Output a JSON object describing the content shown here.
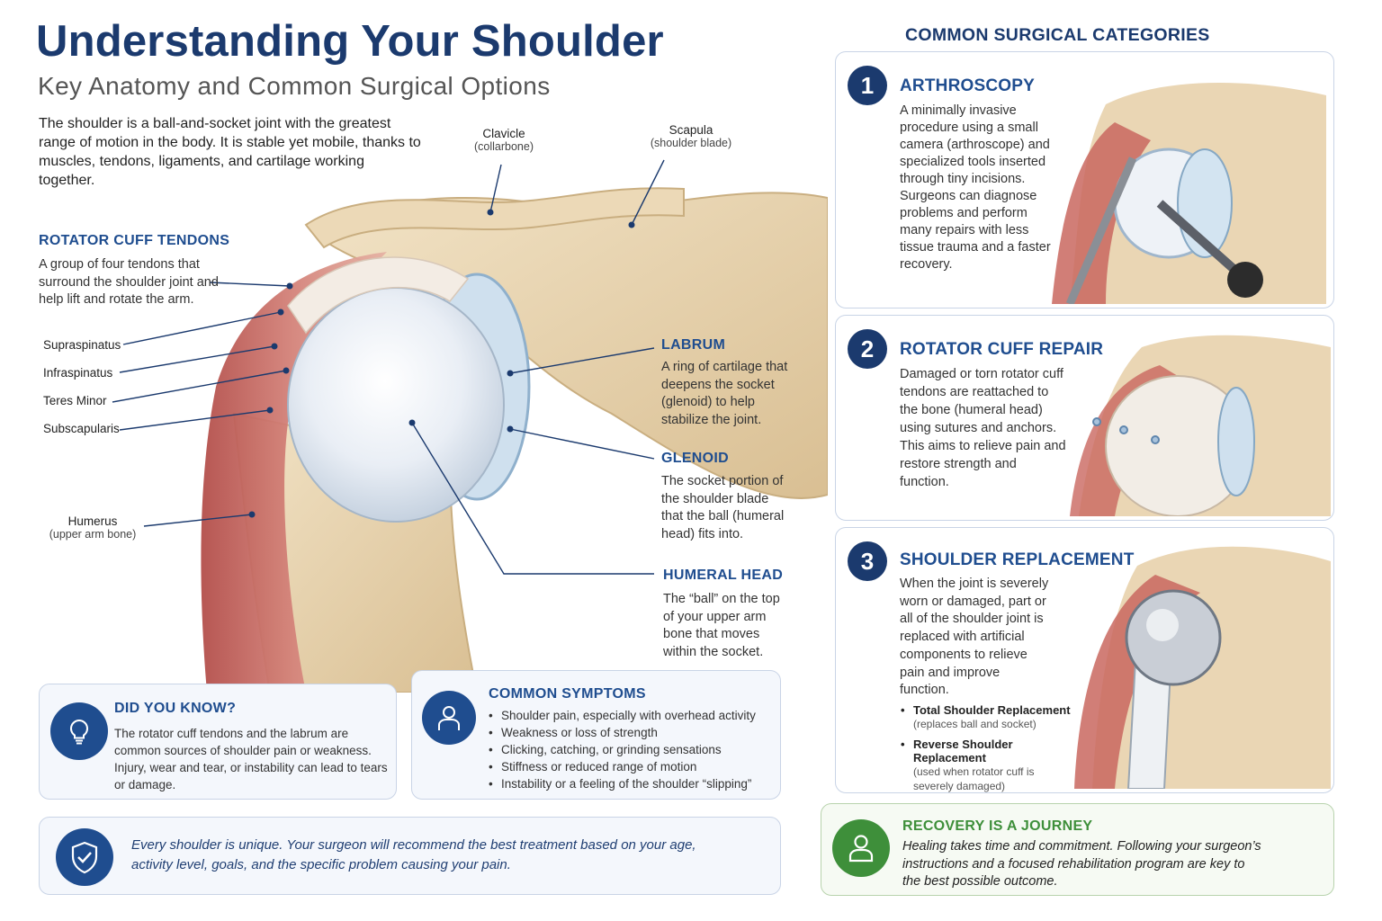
{
  "header": {
    "title": "Understanding Your Shoulder",
    "subtitle": "Key Anatomy and Common Surgical Options",
    "intro": "The shoulder is a ball-and-socket joint with the greatest range of motion in the body. It is stable yet mobile, thanks to muscles, tendons, ligaments, and cartilage working together."
  },
  "anatomy": {
    "clavicle": {
      "name": "Clavicle",
      "note": "(collarbone)"
    },
    "scapula": {
      "name": "Scapula",
      "note": "(shoulder blade)"
    },
    "rotator_cuff": {
      "heading": "ROTATOR CUFF TENDONS",
      "text": "A group of four tendons that surround the shoulder joint and help lift and rotate the arm.",
      "muscles": [
        "Supraspinatus",
        "Infraspinatus",
        "Teres Minor",
        "Subscapularis"
      ]
    },
    "humerus": {
      "name": "Humerus",
      "note": "(upper arm bone)"
    },
    "labrum": {
      "heading": "LABRUM",
      "text": "A ring of cartilage that deepens the socket (glenoid) to help stabilize the joint."
    },
    "glenoid": {
      "heading": "GLENOID",
      "text": "The socket portion of the shoulder blade that the ball (humeral head) fits into."
    },
    "humeral_head": {
      "heading": "HUMERAL HEAD",
      "text": "The “ball” on the top of your upper arm bone that moves within the socket."
    }
  },
  "did_you_know": {
    "heading": "DID YOU KNOW?",
    "text": "The rotator cuff tendons and the labrum are common sources of shoulder pain or weakness. Injury, wear and tear, or instability can lead to tears or damage."
  },
  "symptoms": {
    "heading": "COMMON SYMPTOMS",
    "items": [
      "Shoulder pain, especially with overhead activity",
      "Weakness or loss of strength",
      "Clicking, catching, or grinding sensations",
      "Stiffness or reduced range of motion",
      "Instability or a feeling of the shoulder “slipping”"
    ]
  },
  "unique_note": {
    "text": "Every shoulder is unique.  Your surgeon will recommend the best treatment based on your age, activity level, goals, and the specific problem causing your pain."
  },
  "surgical": {
    "heading": "COMMON SURGICAL CATEGORIES",
    "categories": [
      {
        "number": "1",
        "title": "ARTHROSCOPY",
        "text": "A minimally invasive procedure using a small camera (arthroscope) and specialized tools inserted through tiny incisions. Surgeons can diagnose problems and perform many repairs with less tissue trauma and a faster recovery."
      },
      {
        "number": "2",
        "title": "ROTATOR CUFF REPAIR",
        "text": "Damaged or torn rotator cuff tendons are reattached to the bone (humeral head) using sutures and anchors. This aims to relieve pain and restore strength and function."
      },
      {
        "number": "3",
        "title": "SHOULDER REPLACEMENT",
        "text": "When the joint is severely worn or damaged, part or all of the shoulder joint is replaced with artificial components to relieve pain and improve function.",
        "options": [
          {
            "name": "Total Shoulder Replacement",
            "note": "(replaces ball and socket)"
          },
          {
            "name": "Reverse Shoulder Replacement",
            "note": "(used when rotator cuff is severely damaged)"
          }
        ]
      }
    ]
  },
  "recovery": {
    "heading": "RECOVERY IS A JOURNEY",
    "text": "Healing takes time and commitment. Following your surgeon’s instructions and a focused rehabilitation program are key to the best possible outcome."
  },
  "colors": {
    "title": "#1b3a6e",
    "accent_blue": "#1f4d8f",
    "accent_green": "#3e8f3a",
    "bone": "#e9d6b4",
    "muscle": "#c9675f",
    "cartilage": "#c5dced"
  }
}
